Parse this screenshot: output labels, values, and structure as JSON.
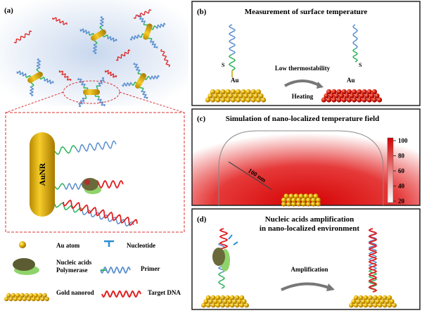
{
  "panels": {
    "a": {
      "label": "(a)",
      "rod_label": "AuNR"
    },
    "b": {
      "label": "(b)",
      "title": "Measurement of surface temperature",
      "atom_label": "Au",
      "s_label": "S",
      "arrow_top": "Low thermostability",
      "arrow_bottom": "Heating"
    },
    "c": {
      "label": "(c)",
      "title": "Simulation of nano-localized temperature field",
      "distance": "100 nm",
      "colorbar": {
        "ticks": [
          "100",
          "80",
          "60",
          "40",
          "20"
        ],
        "range": [
          20,
          100
        ],
        "colors": [
          "#ffffff",
          "#d40000"
        ]
      }
    },
    "d": {
      "label": "(d)",
      "title_line1": "Nucleic acids amplification",
      "title_line2": "in nano-localized environment",
      "arrow_label": "Amplification"
    }
  },
  "legend": [
    {
      "label": "Au atom",
      "icon": "gold-sphere-icon"
    },
    {
      "label": "Nucleotide",
      "icon": "nucleotide-icon"
    },
    {
      "label": "Nucleic acids Polymerase",
      "icon": "polymerase-icon"
    },
    {
      "label": "Primer",
      "icon": "primer-icon"
    },
    {
      "label": "Gold nanorod",
      "icon": "gold-nanorod-icon"
    },
    {
      "label": "Target DNA",
      "icon": "target-dna-icon"
    }
  ],
  "colors": {
    "gold": "#e8b400",
    "primer_blue": "#5b8fd0",
    "primer_green": "#2db35a",
    "target_red": "#e02020",
    "heat_red": "#d40000"
  }
}
